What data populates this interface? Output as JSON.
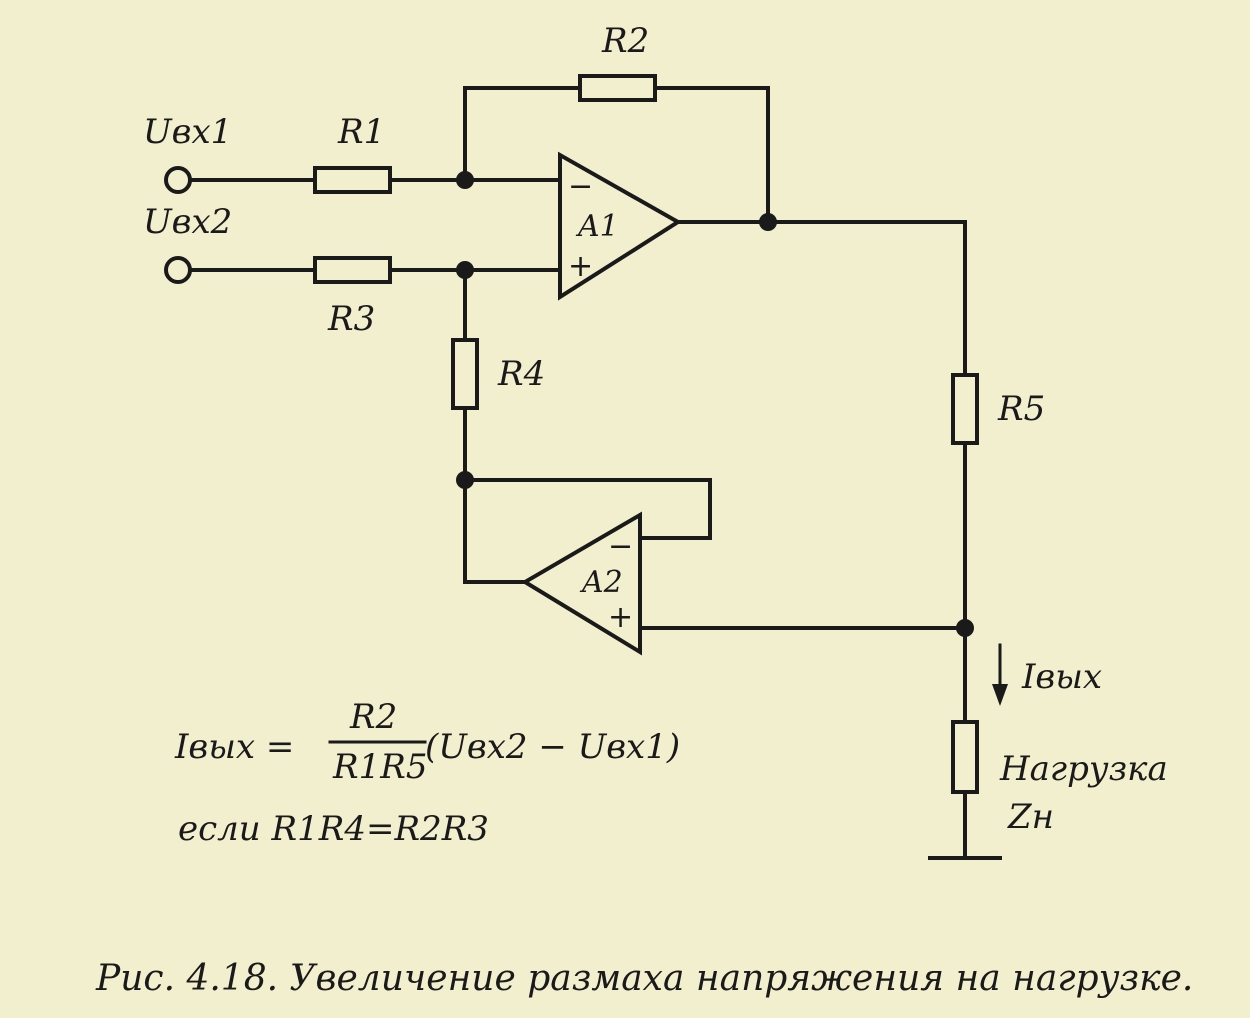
{
  "inputs": {
    "in1": "Uвх1",
    "in2": "Uвх2"
  },
  "resistors": {
    "r1": "R1",
    "r2": "R2",
    "r3": "R3",
    "r4": "R4",
    "r5": "R5"
  },
  "opamps": {
    "a1": {
      "name": "A1",
      "minus": "−",
      "plus": "+"
    },
    "a2": {
      "name": "A2",
      "minus": "−",
      "plus": "+"
    }
  },
  "output": {
    "current": "Iвых",
    "load": "Нагрузка",
    "load_symbol": "Zн"
  },
  "formula": {
    "lhs": "Iвых =",
    "numerator": "R2",
    "denominator": "R1R5",
    "rhs": "(Uвх2  −  Uвх1)",
    "condition": "если  R1R4=R2R3"
  },
  "caption": "Рис. 4.18. Увеличение размаха напряжения на нагрузке."
}
